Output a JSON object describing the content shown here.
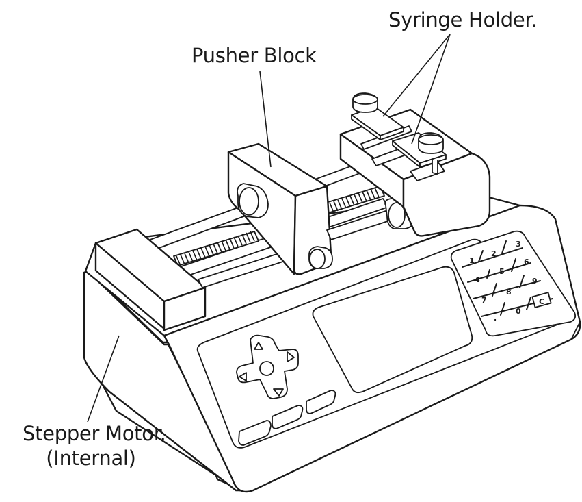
{
  "labels": {
    "syringe_holder": "Syringe Holder.",
    "pusher_block": "Pusher Block",
    "stepper_motor_line1": "Stepper Motor.",
    "stepper_motor_line2": "(Internal)"
  },
  "keypad": {
    "keys": [
      "1",
      "2",
      "3",
      "4",
      "5",
      "6",
      "7",
      "8",
      "9",
      ".",
      "0",
      "C"
    ]
  }
}
